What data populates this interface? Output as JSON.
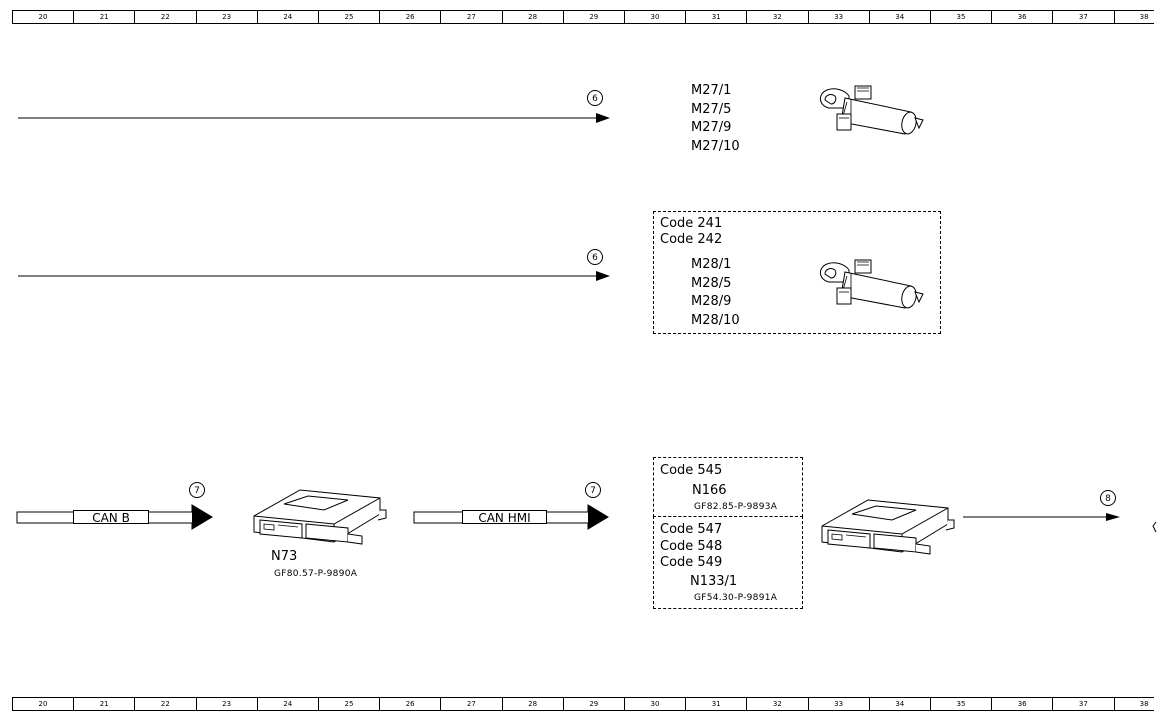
{
  "ruler": {
    "columns": [
      "20",
      "21",
      "22",
      "23",
      "24",
      "25",
      "26",
      "27",
      "28",
      "29",
      "30",
      "31",
      "32",
      "33",
      "34",
      "35",
      "36",
      "37",
      "38"
    ]
  },
  "row1": {
    "connector": "6",
    "components": [
      "M27/1",
      "M27/5",
      "M27/9",
      "M27/10"
    ]
  },
  "row2": {
    "codes": [
      "Code 241",
      "Code 242"
    ],
    "connector": "6",
    "components": [
      "M28/1",
      "M28/5",
      "M28/9",
      "M28/10"
    ]
  },
  "row3": {
    "bus_left": {
      "label": "CAN B",
      "connector": "7"
    },
    "module_left": {
      "id": "N73",
      "ref": "GF80.57-P-9890A"
    },
    "bus_right": {
      "label": "CAN HMI",
      "connector": "7"
    },
    "option_a": {
      "codes": [
        "Code 545"
      ],
      "id": "N166",
      "ref": "GF82.85-P-9893A"
    },
    "option_b": {
      "codes": [
        "Code 547",
        "Code 548",
        "Code 549"
      ],
      "id": "N133/1",
      "ref": "GF54.30-P-9891A"
    },
    "out_connector": "8"
  }
}
